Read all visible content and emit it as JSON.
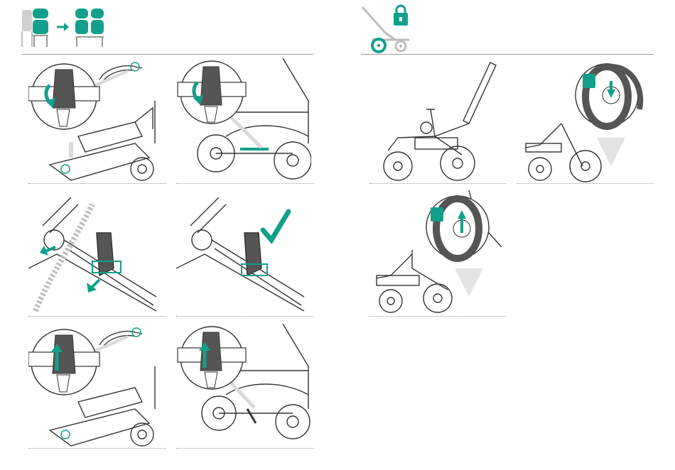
{
  "manual": {
    "left_section": {
      "header_icon": "seat-adapter-transfer-icon",
      "steps": [
        {
          "icon": "clamp-open-down-arrow-detail"
        },
        {
          "icon": "clamp-open-down-arrow-rear-view"
        },
        {
          "icon": "adapter-attach-arrows"
        },
        {
          "icon": "adapter-attached-checkmark"
        },
        {
          "icon": "clamp-close-up-arrow-detail"
        },
        {
          "icon": "clamp-close-up-arrow-rear-view"
        }
      ]
    },
    "right_section": {
      "header_icon": "chassis-lock-icon",
      "steps": [
        {
          "icon": "chassis-side-view"
        },
        {
          "icon": "wheel-lock-detail"
        },
        {
          "icon": "wheel-unlock-detail"
        }
      ]
    },
    "colors": {
      "accent": "#12a08a",
      "line": "#333333",
      "rule": "#9a9a9a",
      "shade": "#d9d9d9"
    }
  }
}
